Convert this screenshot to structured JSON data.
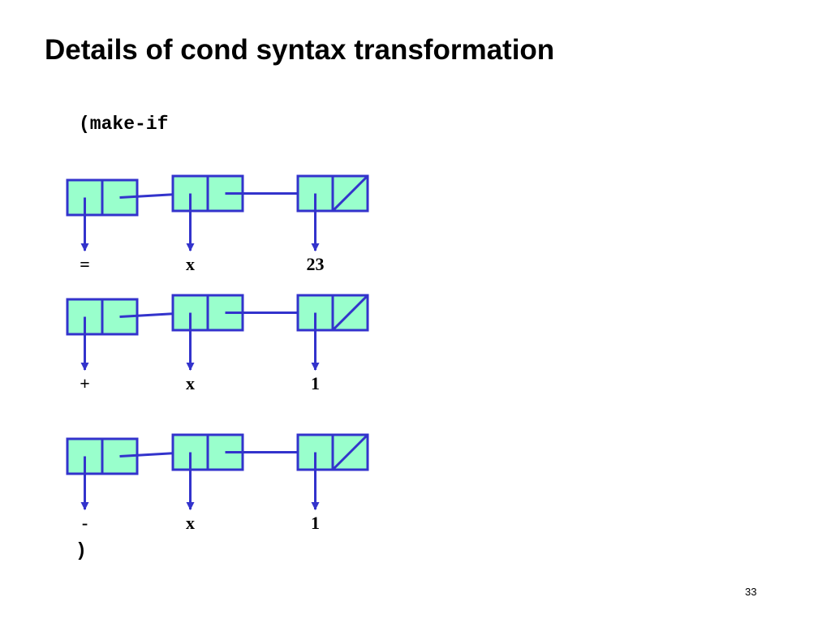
{
  "slide": {
    "title": "Details of cond syntax transformation",
    "code_open": "(make-if",
    "code_close": ")",
    "page_number": "33"
  },
  "colors": {
    "cell_fill": "#99ffcc",
    "cell_stroke": "#3333cc",
    "arrow": "#3333cc"
  },
  "lists": [
    {
      "atoms": [
        "=",
        "x",
        "23"
      ]
    },
    {
      "atoms": [
        "+",
        "x",
        "1"
      ]
    },
    {
      "atoms": [
        "-",
        "x",
        "1"
      ]
    }
  ]
}
